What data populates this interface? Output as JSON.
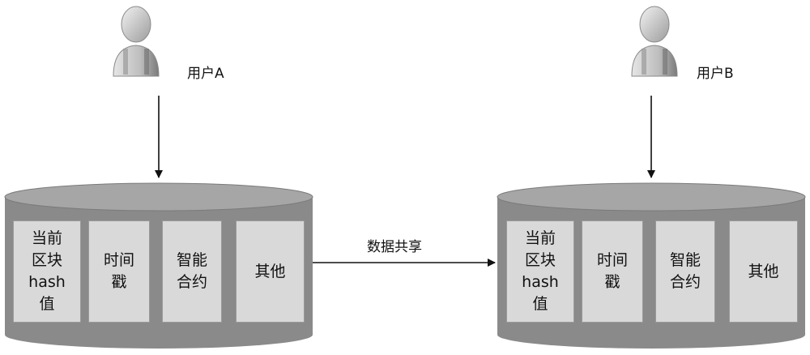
{
  "colors": {
    "cylinder_body": "#8a8a8a",
    "cylinder_top": "#a6a6a6",
    "slot_fill": "#d9d9d9",
    "arrow": "#111111"
  },
  "users": [
    {
      "label": "用户A",
      "icon": "user-icon"
    },
    {
      "label": "用户B",
      "icon": "user-icon"
    }
  ],
  "share": {
    "label": "数据共享"
  },
  "blocks": [
    {
      "slots": [
        "当前\n区块\nhash\n值",
        "时间\n戳",
        "智能\n合约",
        "其他"
      ]
    },
    {
      "slots": [
        "当前\n区块\nhash\n值",
        "时间\n戳",
        "智能\n合约",
        "其他"
      ]
    }
  ]
}
